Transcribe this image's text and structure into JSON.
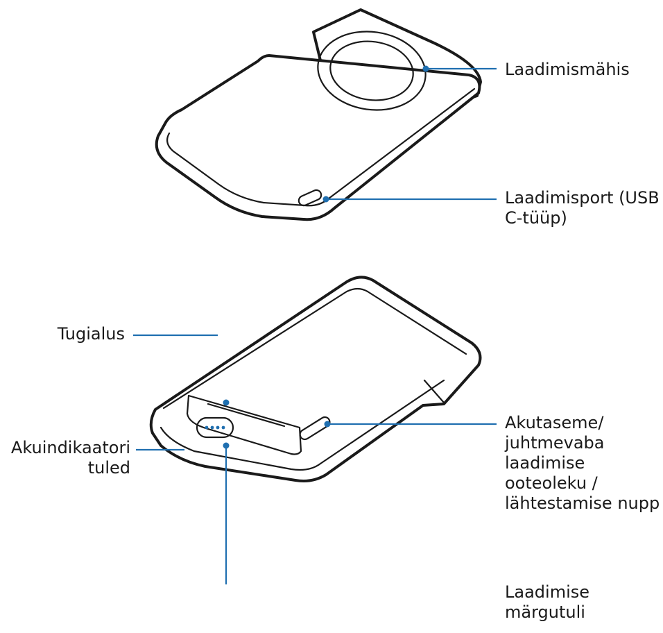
{
  "labels": {
    "charging_coil": "Laadimismähis",
    "charging_port": "Laadimisport (USB\nC-tüüp)",
    "stand": "Tugialus",
    "battery_indicator_lights": "Akuindikaatori\ntuled",
    "battery_button": "Akutaseme/\njuhtmevaba\nlaadimise\nooteoleku /\nlähtestamise nupp",
    "charging_indicator": "Laadimise\nmärgutuli"
  },
  "colors": {
    "leader_line": "#1f6fb0",
    "outline": "#1a1a1a",
    "background": "#ffffff"
  }
}
